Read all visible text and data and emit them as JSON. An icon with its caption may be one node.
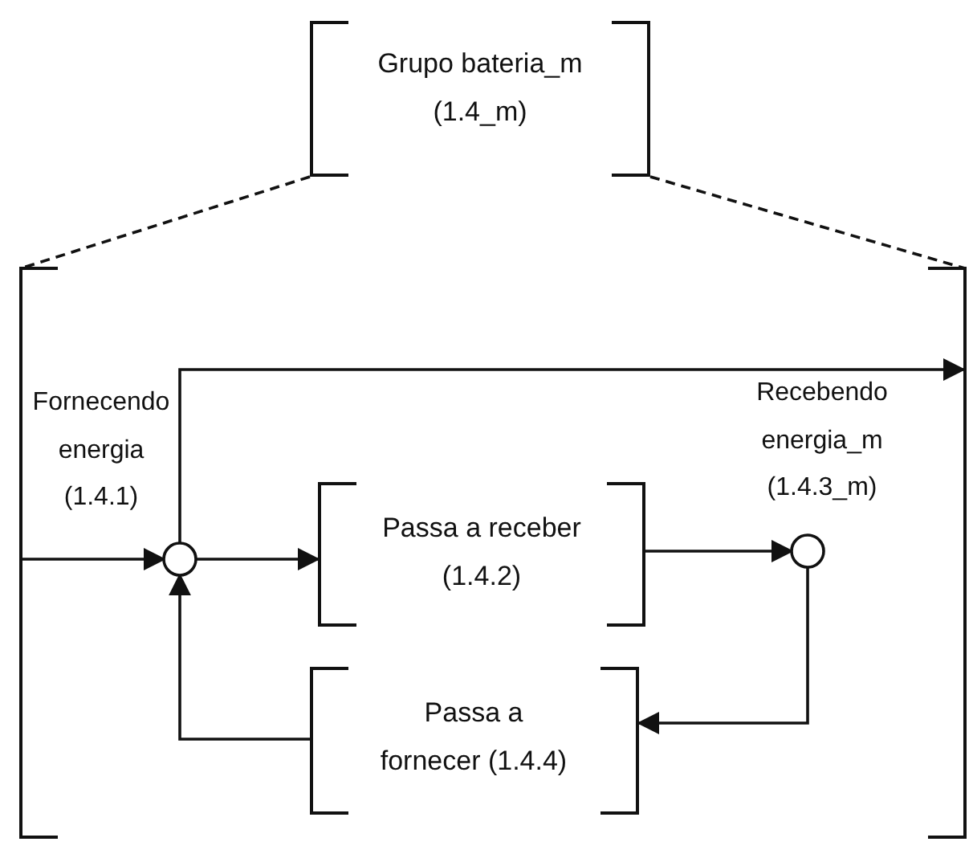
{
  "diagram": {
    "nodes": [
      {
        "text": [
          "Grupo bateria_m (1.4_m)"
        ]
      },
      {
        "text": [],
        "shape": "box"
      },
      {
        "text": [
          "Fornecendo energia (1.4.1)"
        ],
        "in": 1
      },
      {
        "text": [
          "Passa a receber (1.4.2)"
        ],
        "in": 1
      },
      {
        "text": [
          "Recebendo energia_m (1.4.3_m)"
        ],
        "in": 1
      },
      {
        "text": [
          "Passa a fornecer (1.4.4)"
        ],
        "in": 1
      }
    ],
    "edges": [
      {
        "from": 0,
        "to": 1,
        "arrow": "none",
        "style": "dashed"
      },
      {
        "from": 0,
        "to": 1,
        "arrow": "none",
        "style": "dashed"
      },
      {
        "from": 1,
        "to": 2,
        "arrow": "to"
      },
      {
        "from": 2,
        "to": null,
        "arrow": "to"
      },
      {
        "from": 2,
        "to": 3,
        "arrow": "to"
      },
      {
        "from": 3,
        "to": 4,
        "arrow": "to"
      },
      {
        "from": 4,
        "to": 5,
        "arrow": "to"
      },
      {
        "from": 5,
        "to": 2,
        "arrow": "to"
      }
    ]
  }
}
